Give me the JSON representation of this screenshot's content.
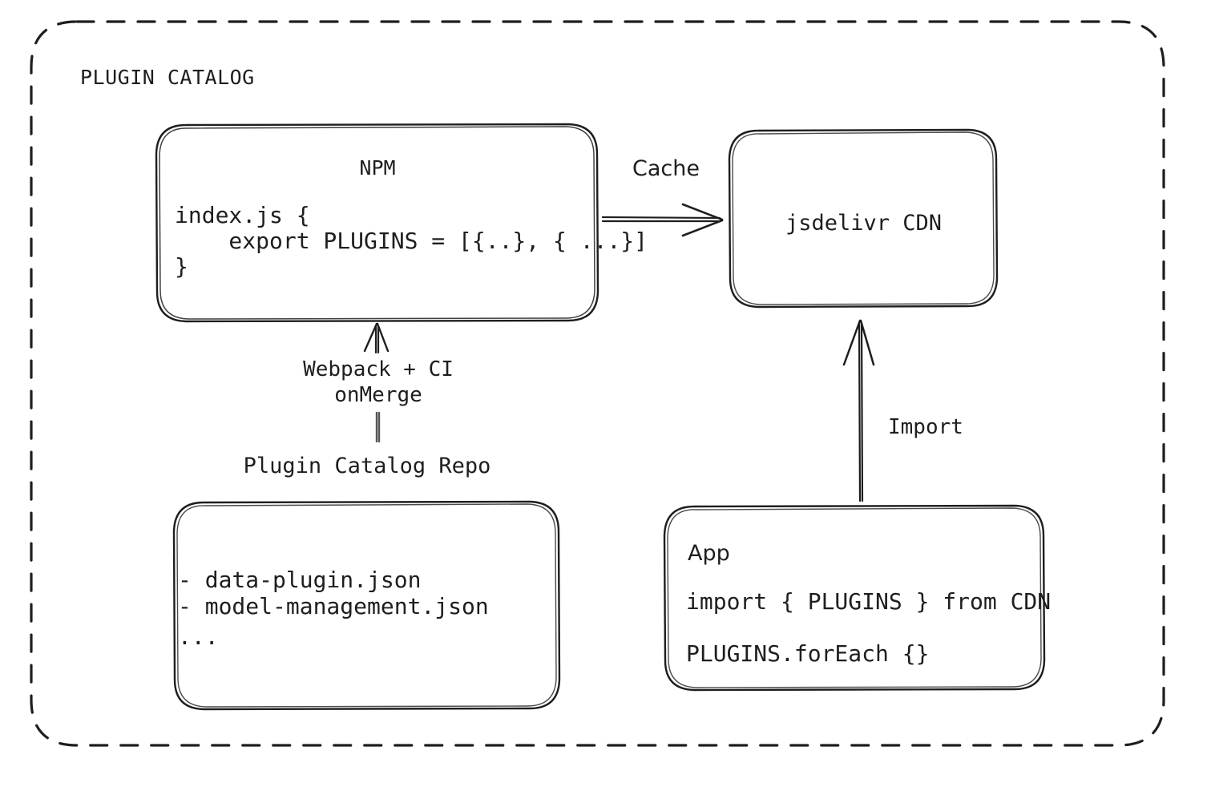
{
  "diagram": {
    "type": "architecture-flow",
    "background": "#ffffff",
    "stroke_color": "#1e1e1e",
    "style": "hand-drawn-sketch",
    "group": {
      "label": "PLUGIN CATALOG",
      "border": "dashed"
    },
    "nodes": [
      {
        "id": "npm",
        "title": "NPM",
        "title_align": "center",
        "lines": [
          "index.js {",
          "    export PLUGINS = [{..}, { ...}]",
          "}"
        ]
      },
      {
        "id": "cdn",
        "title": "jsdelivr CDN",
        "title_align": "center",
        "lines": []
      },
      {
        "id": "repo",
        "title": "",
        "caption": "Plugin Catalog Repo",
        "lines": [
          "- data-plugin.json",
          "- model-management.json",
          "..."
        ]
      },
      {
        "id": "app",
        "title": "App",
        "title_align": "left",
        "lines": [
          "import { PLUGINS } from CDN",
          "PLUGINS.forEach {}"
        ]
      }
    ],
    "edges": [
      {
        "id": "npm-to-cdn",
        "label": "Cache",
        "from": "npm",
        "to": "cdn",
        "direction": "right"
      },
      {
        "id": "repo-to-npm",
        "label_line1": "Webpack + CI",
        "label_line2": "onMerge",
        "from": "repo",
        "to": "npm",
        "direction": "up"
      },
      {
        "id": "app-to-cdn",
        "label": "Import",
        "from": "app",
        "to": "cdn",
        "direction": "up"
      }
    ]
  }
}
